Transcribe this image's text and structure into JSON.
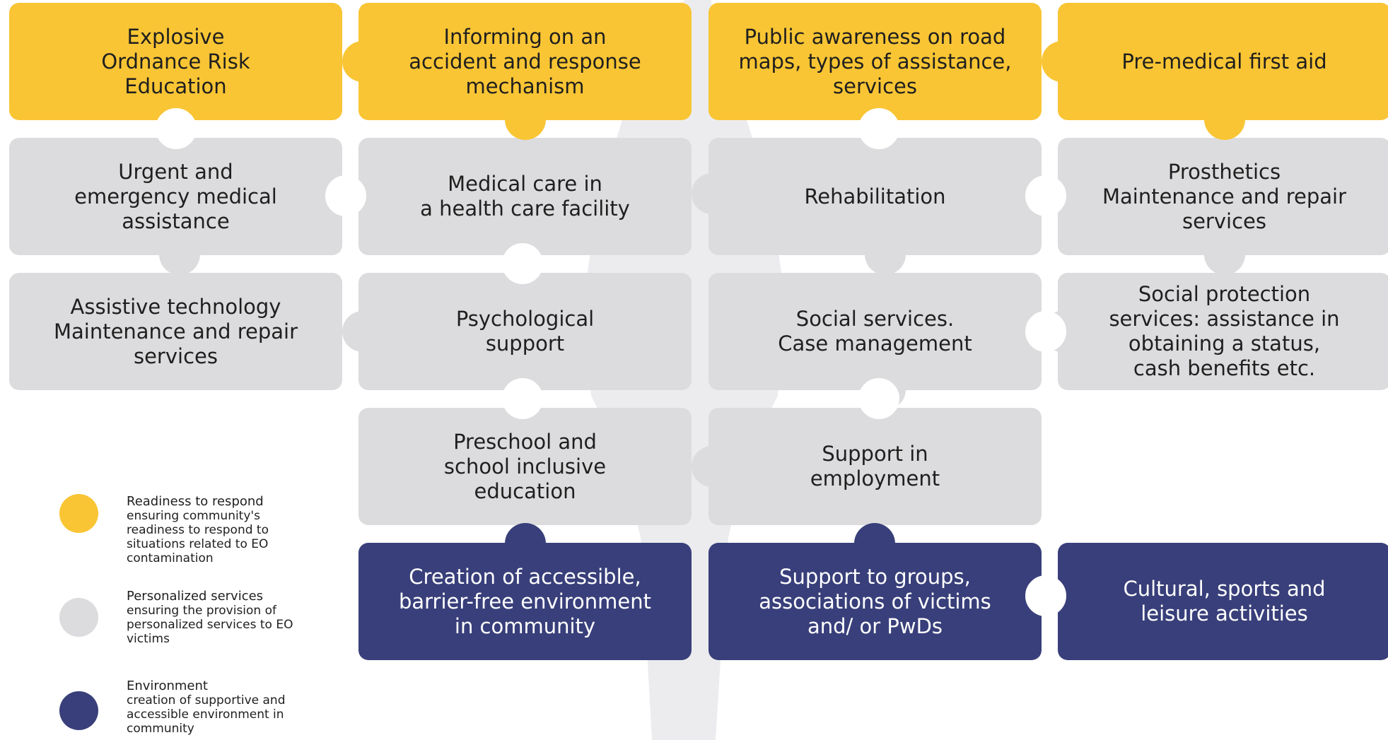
{
  "colors": {
    "readiness": "#f9c534",
    "personalized": "#dcdcde",
    "environment": "#383f7a"
  },
  "tiles": {
    "r1c1": "Explosive\nOrdnance Risk\nEducation",
    "r1c2": "Informing on an\naccident and response\nmechanism",
    "r1c3": "Public awareness on road\nmaps, types of assistance,\nservices",
    "r1c4": "Pre-medical first aid",
    "r2c1": "Urgent and\nemergency medical\nassistance",
    "r2c2": "Medical care in\na health care facility",
    "r2c3": "Rehabilitation",
    "r2c4": "Prosthetics\nMaintenance and repair\nservices",
    "r3c1": "Assistive technology\nMaintenance and repair\nservices",
    "r3c2": "Psychological\nsupport",
    "r3c3": "Social services.\nCase management",
    "r3c4": "Social protection\nservices: assistance in\nobtaining a status,\ncash benefits etc.",
    "r4c2": "Preschool and\nschool inclusive\neducation",
    "r4c3": "Support in\nemployment",
    "r5c2": "Creation of accessible,\nbarrier-free environment\nin community",
    "r5c3": "Support to groups,\nassociations of victims\nand/ or PwDs",
    "r5c4": "Cultural, sports and\nleisure activities"
  },
  "legend": {
    "readiness_title": "Readiness to respond",
    "readiness_desc": "ensuring community's readiness to respond to situations related to EO contamination",
    "personalized_title": "Personalized services",
    "personalized_desc": "ensuring the provision of personalized services to EO victims",
    "environment_title": "Environment",
    "environment_desc": "creation of supportive and accessible environment in community"
  }
}
